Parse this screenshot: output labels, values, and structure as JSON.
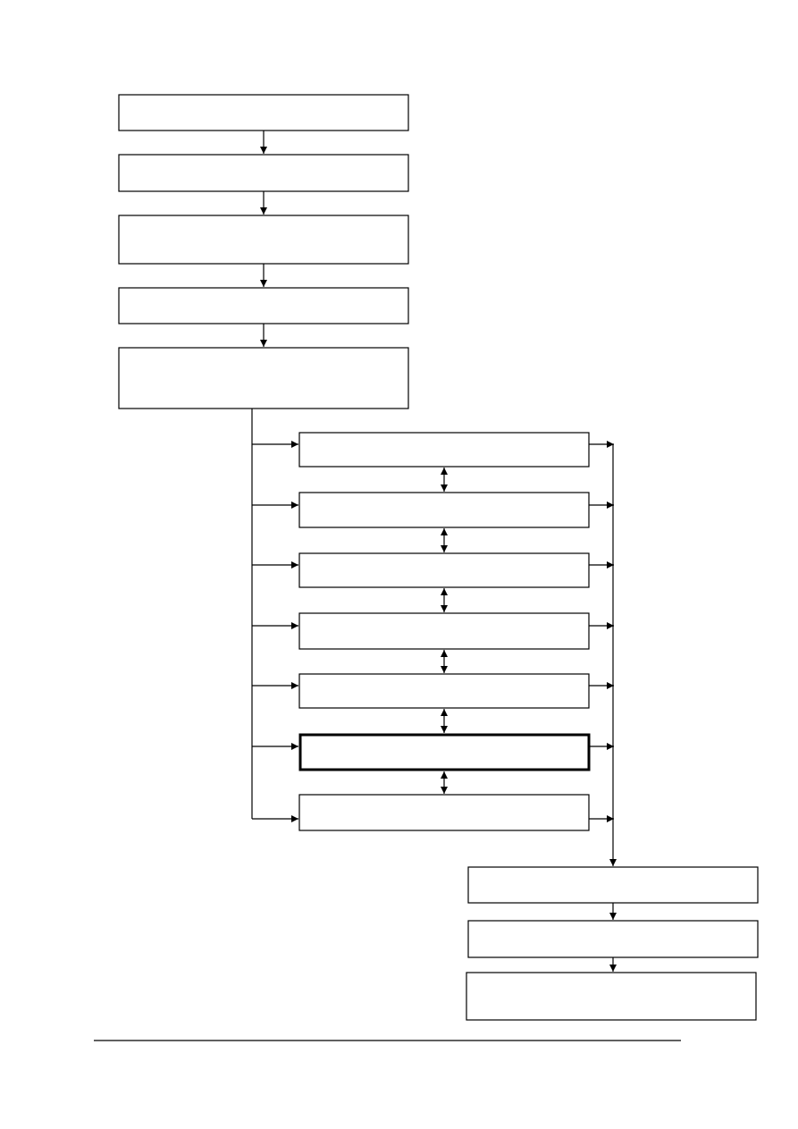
{
  "diagram": {
    "nodes": [
      {
        "id": "s1",
        "label": ""
      },
      {
        "id": "s2",
        "label": ""
      },
      {
        "id": "s3",
        "label": ""
      },
      {
        "id": "s4",
        "label": ""
      },
      {
        "id": "s5",
        "label": ""
      },
      {
        "id": "b1",
        "label": ""
      },
      {
        "id": "b2",
        "label": ""
      },
      {
        "id": "b3",
        "label": ""
      },
      {
        "id": "b4",
        "label": ""
      },
      {
        "id": "b5",
        "label": ""
      },
      {
        "id": "b6",
        "label": "",
        "emphasized": true
      },
      {
        "id": "b7",
        "label": ""
      },
      {
        "id": "e1",
        "label": ""
      },
      {
        "id": "e2",
        "label": ""
      },
      {
        "id": "e3",
        "label": ""
      }
    ],
    "edges": [
      {
        "from": "s1",
        "to": "s2",
        "type": "arrow"
      },
      {
        "from": "s2",
        "to": "s3",
        "type": "arrow"
      },
      {
        "from": "s3",
        "to": "s4",
        "type": "arrow"
      },
      {
        "from": "s4",
        "to": "s5",
        "type": "arrow"
      },
      {
        "from": "s5",
        "to": "b1",
        "type": "arrow"
      },
      {
        "from": "s5",
        "to": "b2",
        "type": "arrow"
      },
      {
        "from": "s5",
        "to": "b3",
        "type": "arrow"
      },
      {
        "from": "s5",
        "to": "b4",
        "type": "arrow"
      },
      {
        "from": "s5",
        "to": "b5",
        "type": "arrow"
      },
      {
        "from": "s5",
        "to": "b6",
        "type": "arrow"
      },
      {
        "from": "s5",
        "to": "b7",
        "type": "arrow"
      },
      {
        "from": "b1",
        "to": "b2",
        "type": "bidirectional"
      },
      {
        "from": "b2",
        "to": "b3",
        "type": "bidirectional"
      },
      {
        "from": "b3",
        "to": "b4",
        "type": "bidirectional"
      },
      {
        "from": "b4",
        "to": "b5",
        "type": "bidirectional"
      },
      {
        "from": "b5",
        "to": "b6",
        "type": "bidirectional"
      },
      {
        "from": "b6",
        "to": "b7",
        "type": "bidirectional"
      },
      {
        "from": "b1",
        "to": "e1",
        "type": "arrow"
      },
      {
        "from": "b2",
        "to": "e1",
        "type": "arrow"
      },
      {
        "from": "b3",
        "to": "e1",
        "type": "arrow"
      },
      {
        "from": "b4",
        "to": "e1",
        "type": "arrow"
      },
      {
        "from": "b5",
        "to": "e1",
        "type": "arrow"
      },
      {
        "from": "b6",
        "to": "e1",
        "type": "arrow"
      },
      {
        "from": "b7",
        "to": "e1",
        "type": "arrow"
      },
      {
        "from": "e1",
        "to": "e2",
        "type": "arrow"
      },
      {
        "from": "e2",
        "to": "e3",
        "type": "arrow"
      }
    ]
  },
  "colors": {
    "stroke": "#000000",
    "fill": "#ffffff"
  }
}
